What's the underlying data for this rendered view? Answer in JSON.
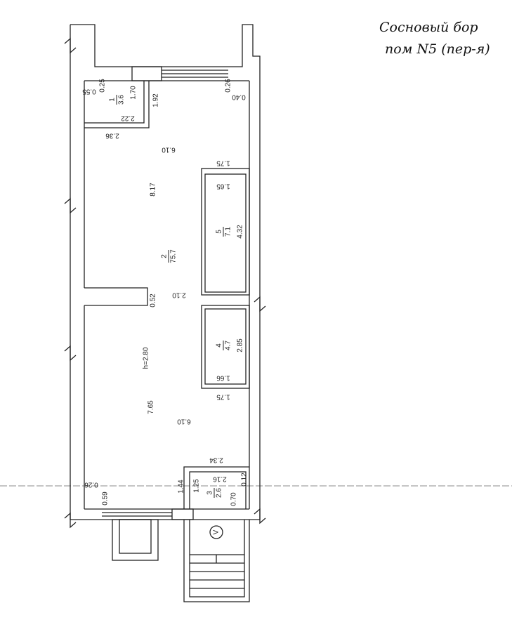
{
  "title": {
    "line1": "Сосновый бор",
    "line2": "пом N5 (пер-я)"
  },
  "rooms": [
    {
      "number": "1",
      "area": "3.6"
    },
    {
      "number": "2",
      "area": "75.7"
    },
    {
      "number": "3",
      "area": "2.6"
    },
    {
      "number": "4",
      "area": "4.7"
    },
    {
      "number": "5",
      "area": "7.1"
    }
  ],
  "ceiling_height": "h=2.80",
  "entrance_marker": "V",
  "dimensions": {
    "d055": "0.55",
    "d025": "0.25",
    "d170": "1.70",
    "d192": "1.92",
    "d222": "2.22",
    "d236": "2.36",
    "d026_top": "0.26",
    "d040": "0.40",
    "d610_top": "6.10",
    "d175_top": "1.75",
    "d165": "1.65",
    "d817": "8.17",
    "d432": "4.32",
    "d210": "2.10",
    "d052": "0.52",
    "d285": "2.85",
    "d166": "1.66",
    "d175_bottom": "1.75",
    "d765": "7.65",
    "d610_bottom": "6.10",
    "d234": "2.34",
    "d026_bottom": "0.26",
    "d059": "0.59",
    "d144": "1.44",
    "d125": "1.25",
    "d216": "2.16",
    "d070": "0.70",
    "d012": "0.12"
  }
}
